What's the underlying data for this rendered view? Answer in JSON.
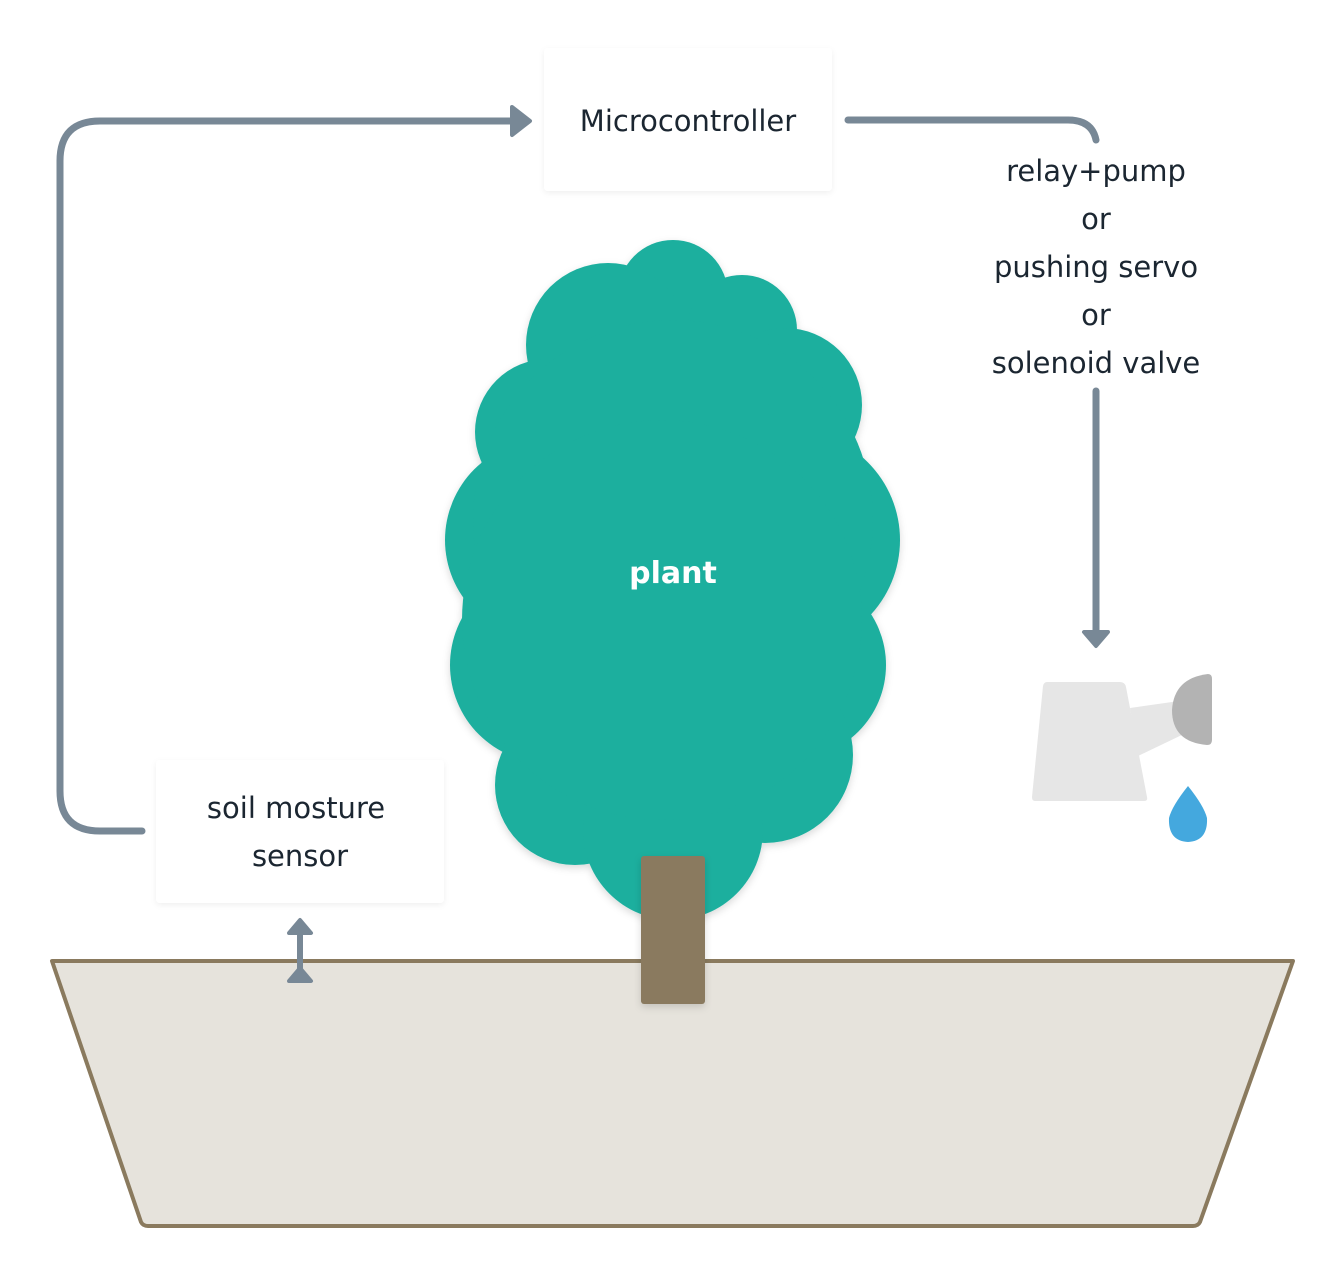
{
  "nodes": {
    "microcontroller": "Microcontroller",
    "actuator_lines": [
      "relay+pump",
      "or",
      "pushing servo",
      "or",
      "solenoid valve"
    ],
    "plant": "plant",
    "sensor_lines": [
      "soil mosture",
      "sensor"
    ]
  },
  "colors": {
    "arrow": "#788896",
    "foliage": "#1caf9e",
    "trunk": "#8a7a5e",
    "pot_fill": "#e6e3dc",
    "pot_stroke": "#8a7a5e",
    "can_body": "#e6e6e6",
    "can_rose": "#b3b3b3",
    "water_drop": "#44a8de"
  },
  "icons": [
    "watering-can-icon",
    "water-drop-icon"
  ]
}
